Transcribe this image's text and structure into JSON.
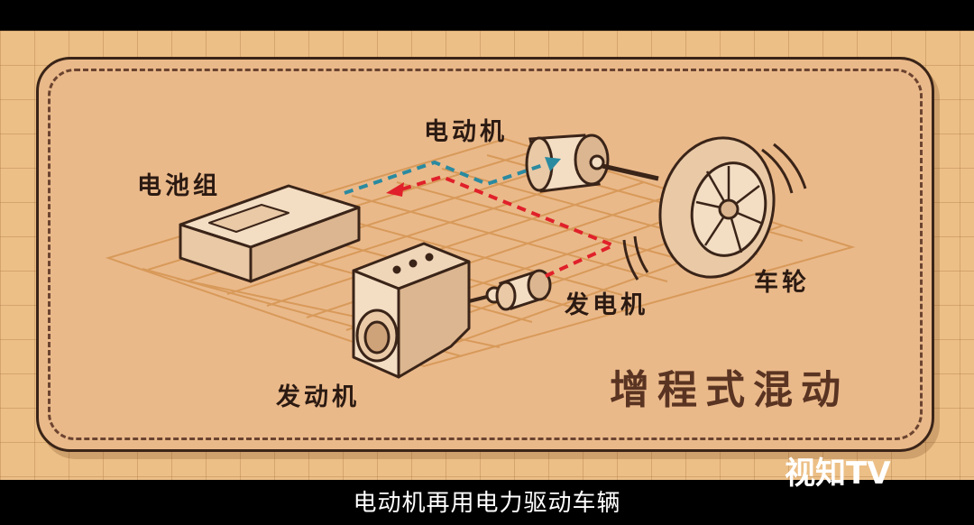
{
  "diagram": {
    "title": "增程式混动",
    "labels": {
      "battery": "电池组",
      "motor": "电动机",
      "generator": "发电机",
      "engine": "发动机",
      "wheel": "车轮"
    },
    "colors": {
      "panel": "#eab98a",
      "grid": "#d89a5a",
      "outline": "#3a2418",
      "flow_red": "#e0202a",
      "flow_blue": "#2a8aa0"
    }
  },
  "subtitle": "电动机再用电力驱动车辆",
  "watermark": "视知TV"
}
